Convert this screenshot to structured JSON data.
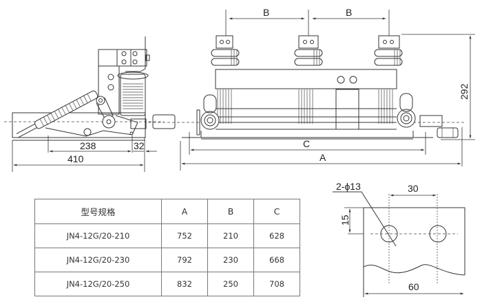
{
  "side_view": {
    "dimensions": {
      "d238": "238",
      "d32": "32",
      "d410": "410"
    }
  },
  "front_view": {
    "dimensions": {
      "B1": "B",
      "B2": "B",
      "C": "C",
      "A": "A",
      "height": "292"
    }
  },
  "terminal_detail": {
    "hole_callout": "2-ϕ13",
    "hole_spacing": "30",
    "hole_offset": "15",
    "width": "60"
  },
  "spec_table": {
    "headers": [
      "型号规格",
      "A",
      "B",
      "C"
    ],
    "rows": [
      [
        "JN4-12G/20-210",
        "752",
        "210",
        "628"
      ],
      [
        "JN4-12G/20-230",
        "792",
        "230",
        "668"
      ],
      [
        "JN4-12G/20-250",
        "832",
        "250",
        "708"
      ]
    ]
  }
}
